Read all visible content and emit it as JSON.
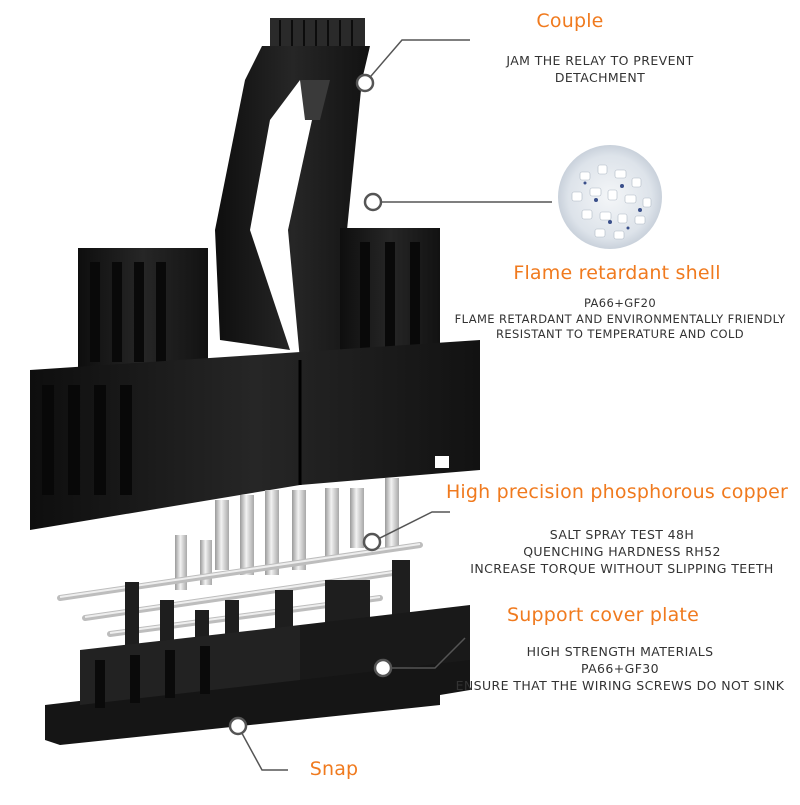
{
  "colors": {
    "accent": "#f07a1e",
    "text": "#333333",
    "leader": "#555555",
    "plastic": "#1c1c1c",
    "metal": "#cfcfcf"
  },
  "callouts": {
    "couple": {
      "title": "Couple",
      "lines": [
        "JAM THE RELAY TO PREVENT",
        "DETACHMENT"
      ]
    },
    "flame": {
      "title": "Flame retardant shell",
      "lines": [
        "PA66+GF20",
        "FLAME RETARDANT AND ENVIRONMENTALLY FRIENDLY",
        "RESISTANT TO TEMPERATURE AND COLD"
      ]
    },
    "copper": {
      "title": "High precision phosphorous copper",
      "lines": [
        "SALT SPRAY TEST 48H",
        "QUENCHING HARDNESS RH52",
        "INCREASE TORQUE WITHOUT SLIPPING TEETH"
      ]
    },
    "support": {
      "title": "Support cover plate",
      "lines": [
        "HIGH STRENGTH MATERIALS",
        "PA66+GF30",
        "ENSURE THAT THE WIRING SCREWS DO NOT SINK"
      ]
    },
    "snap": {
      "title": "Snap"
    }
  },
  "icons": {
    "pointer": "ring-marker-icon",
    "material": "granules-icon"
  }
}
